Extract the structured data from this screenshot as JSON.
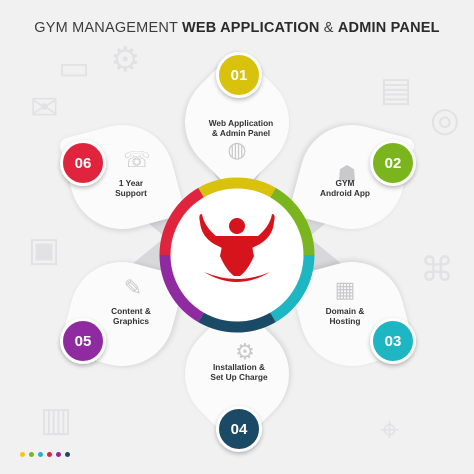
{
  "header": {
    "title_normal": "GYM MANAGEMENT ",
    "title_bold_1": "WEB APPLICATION",
    "title_amp": " & ",
    "title_bold_2": "ADMIN PANEL"
  },
  "steps": [
    {
      "num": "01",
      "line1": "Web Application",
      "line2": "& Admin Panel",
      "color": "#d8c20e",
      "icon": "globe-icon"
    },
    {
      "num": "02",
      "line1": "GYM",
      "line2": "Android App",
      "color": "#7ab51d",
      "icon": "android-icon"
    },
    {
      "num": "03",
      "line1": "Domain &",
      "line2": "Hosting",
      "color": "#1fb6c3",
      "icon": "server-icon"
    },
    {
      "num": "04",
      "line1": "Installation &",
      "line2": "Set Up Charge",
      "color": "#1b4a67",
      "icon": "gears-icon"
    },
    {
      "num": "05",
      "line1": "Content &",
      "line2": "Graphics",
      "color": "#8f2aa0",
      "icon": "content-icon"
    },
    {
      "num": "06",
      "line1": "1 Year",
      "line2": "Support",
      "color": "#e0243d",
      "icon": "support-icon"
    }
  ],
  "center": {
    "icon": "bodybuilder-icon",
    "color": "#d6141c"
  },
  "footer_dots": [
    "#f5c518",
    "#7ab51d",
    "#1fb6c3",
    "#e0243d",
    "#8f2aa0",
    "#1b4a67"
  ]
}
